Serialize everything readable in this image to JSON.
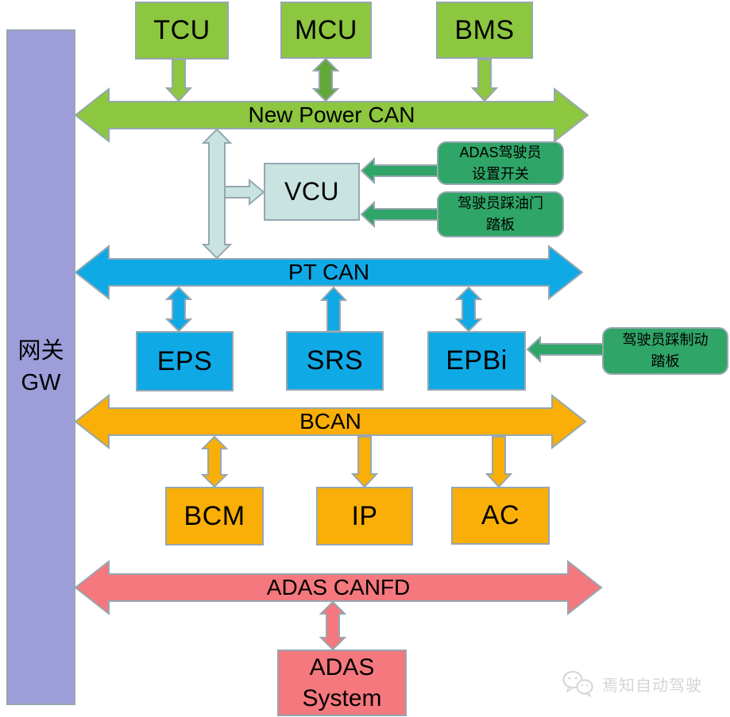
{
  "gateway": {
    "line1": "网关",
    "line2": "GW"
  },
  "buses": {
    "new_power_can": "New Power CAN",
    "pt_can": "PT CAN",
    "bcan": "BCAN",
    "adas_canfd": "ADAS CANFD"
  },
  "nodes": {
    "tcu": "TCU",
    "mcu": "MCU",
    "bms": "BMS",
    "vcu": "VCU",
    "eps": "EPS",
    "srs": "SRS",
    "epbi": "EPBi",
    "bcm": "BCM",
    "ip": "IP",
    "ac": "AC"
  },
  "adas_system": {
    "line1": "ADAS",
    "line2": "System"
  },
  "driver_inputs": {
    "adas_switch": {
      "line1": "ADAS驾驶员",
      "line2": "设置开关"
    },
    "accelerator": {
      "line1": "驾驶员踩油门",
      "line2": "踏板"
    },
    "brake": {
      "line1": "驾驶员踩制动",
      "line2": "踏板"
    }
  },
  "watermark": {
    "text": "焉知自动驾驶"
  },
  "colors": {
    "light_green": "#8dc63f",
    "medium_green": "#63a838",
    "dark_green": "#2fa567",
    "blue": "#0fa9e6",
    "orange": "#f9af08",
    "pink": "#f4787d",
    "teal": "#c9e3e0",
    "purple": "#9d9dda",
    "border_gray": "#96a7b0"
  }
}
